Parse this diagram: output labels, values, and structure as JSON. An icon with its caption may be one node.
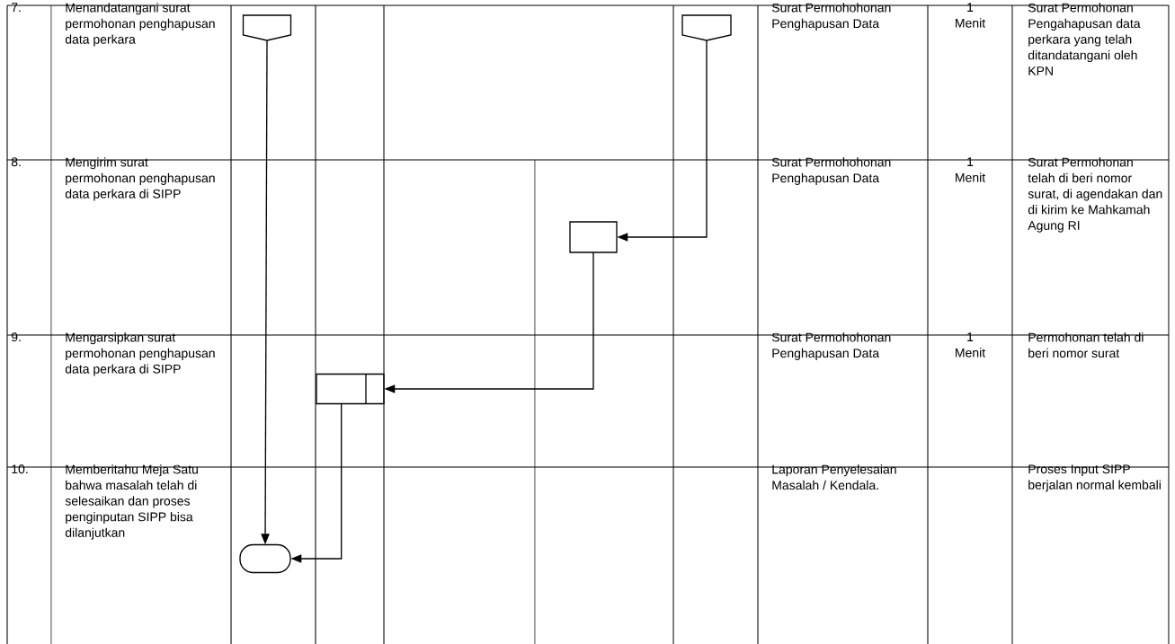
{
  "diagram": {
    "nodes": [
      {
        "text": [],
        "shape": "pentagon"
      },
      {
        "text": [],
        "shape": "pentagon"
      },
      {
        "text": [],
        "shape": "box"
      },
      {
        "text": [],
        "shape": "box"
      },
      {
        "text": [],
        "shape": "terminator"
      }
    ],
    "edges": [
      {
        "from": 0,
        "to": 4,
        "arrow": "to"
      },
      {
        "from": 1,
        "to": 2,
        "arrow": "to"
      },
      {
        "from": 2,
        "to": 3,
        "arrow": "to"
      },
      {
        "from": 3,
        "to": 4,
        "arrow": "to"
      }
    ],
    "labels": [
      "7.",
      "Menandatangani surat permohonan penghapusan data perkara",
      "Surat Permohohonan Penghapusan Data",
      "1 Menit",
      "Surat Permohonan Pengahapusan data perkara yang telah ditandatangani oleh KPN",
      "8.",
      "Mengirim surat permohonan penghapusan data perkara di SIPP",
      "Surat Permohohonan Penghapusan Data",
      "1 Menit",
      "Surat Permohonan telah di beri nomor surat, di agendakan dan di kirim ke Mahkamah Agung RI",
      "9.",
      "Mengarsipkan surat permohonan penghapusan data perkara di SIPP",
      "Surat Permohohonan Penghapusan Data",
      "1 Menit",
      "Permohonan telah di beri nomor surat",
      "10.",
      "Memberitahu Meja Satu bahwa masalah telah di selesaikan dan proses penginputan SIPP bisa dilanjutkan",
      "Laporan Penyelesaian Masalah / Kendala.",
      "Proses Input SIPP berjalan normal kembali"
    ]
  }
}
